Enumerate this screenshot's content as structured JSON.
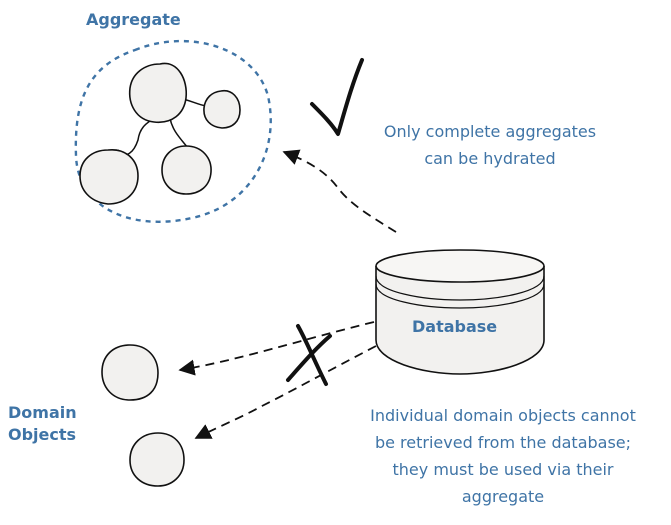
{
  "diagram": {
    "aggregate_label": "Aggregate",
    "database_label": "Database",
    "domain_objects_label": [
      "Domain",
      "Objects"
    ],
    "success_note": [
      "Only complete aggregates",
      "can be hydrated"
    ],
    "failure_note": [
      "Individual domain objects cannot",
      "be retrieved from the database;",
      "they must be used via their",
      "aggregate"
    ]
  },
  "colors": {
    "accent": "#3f74a6",
    "stroke": "#111111",
    "node_fill": "#f2f1ef",
    "cylinder_fill": "#f2f1ef"
  }
}
